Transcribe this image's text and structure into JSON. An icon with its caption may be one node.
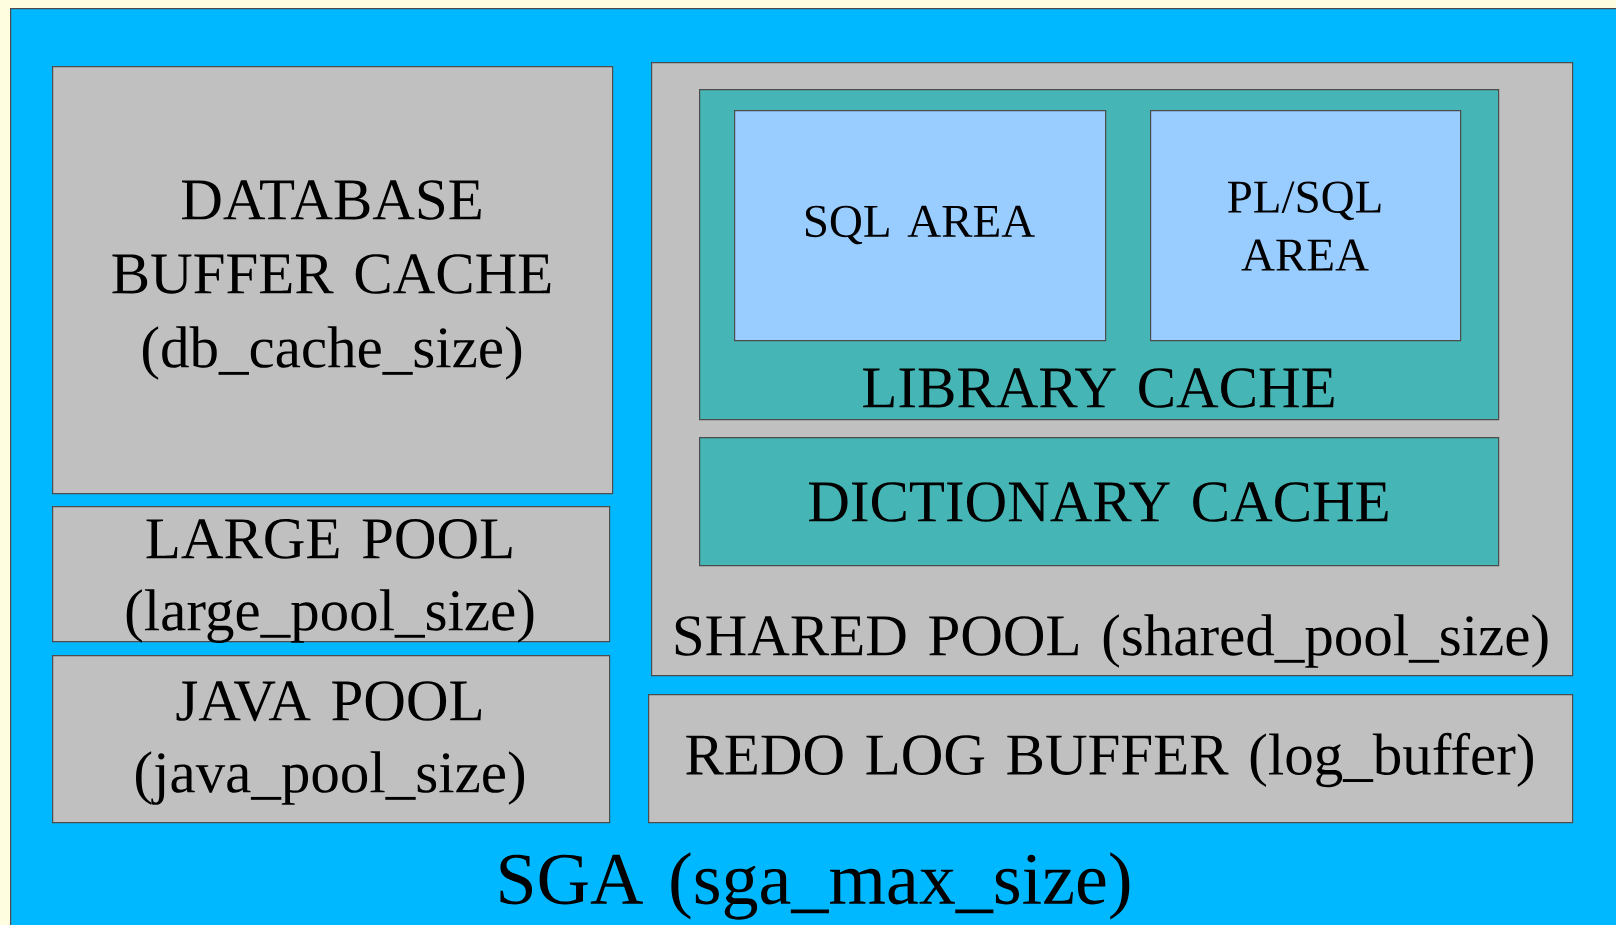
{
  "diagram": {
    "nodes": [
      {
        "text": [
          "SGA (sga_max_size)"
        ]
      },
      {
        "text": [
          "DATABASE BUFFER CACHE",
          "(db_cache_size)"
        ],
        "in": 0
      },
      {
        "text": [
          "SHARED POOL (shared_pool_size)"
        ],
        "in": 0
      },
      {
        "text": [
          "LIBRARY CACHE"
        ],
        "in": 2
      },
      {
        "text": [
          "SQL AREA"
        ],
        "in": 3
      },
      {
        "text": [
          "PL/SQL AREA"
        ],
        "in": 3
      },
      {
        "text": [
          "DICTIONARY CACHE"
        ],
        "in": 2
      },
      {
        "text": [
          "LARGE POOL",
          "(large_pool_size)"
        ],
        "in": 0
      },
      {
        "text": [
          "JAVA POOL",
          "(java_pool_size)"
        ],
        "in": 0
      },
      {
        "text": [
          "REDO LOG BUFFER (log_buffer)"
        ],
        "in": 0
      }
    ]
  }
}
